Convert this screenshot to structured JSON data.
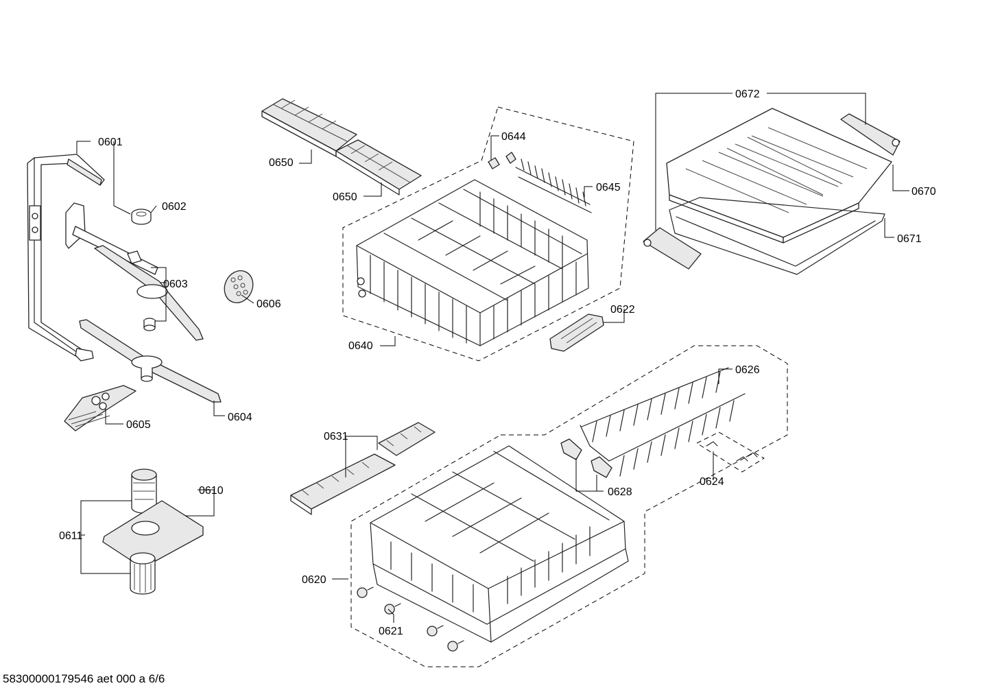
{
  "labels": {
    "p0601": "0601",
    "p0602": "0602",
    "p0603": "0603",
    "p0604": "0604",
    "p0605": "0605",
    "p0606": "0606",
    "p0610": "0610",
    "p0611": "0611",
    "p0620": "0620",
    "p0621": "0621",
    "p0622": "0622",
    "p0624": "0624",
    "p0626": "0626",
    "p0628": "0628",
    "p0631": "0631",
    "p0640": "0640",
    "p0644": "0644",
    "p0645": "0645",
    "p0650a": "0650",
    "p0650b": "0650",
    "p0670": "0670",
    "p0671": "0671",
    "p0672": "0672"
  },
  "footer": "58300000179546 aet 000 a 6/6"
}
